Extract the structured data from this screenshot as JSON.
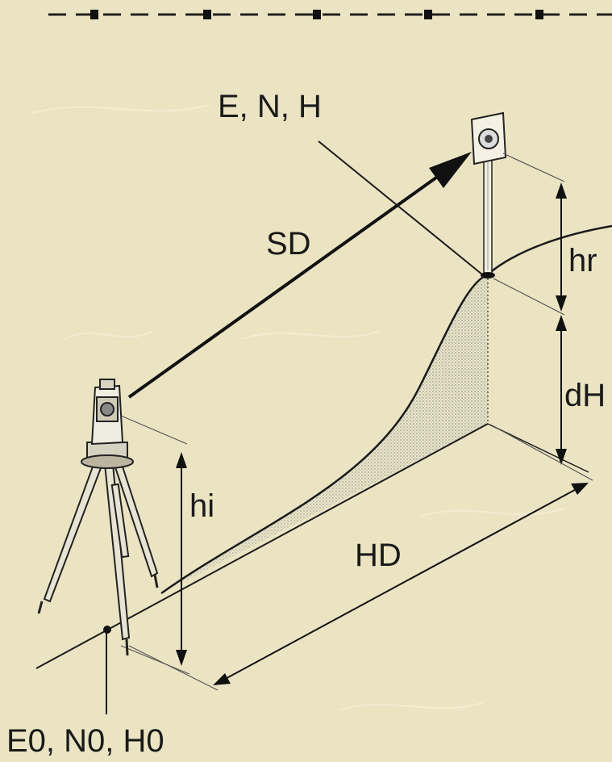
{
  "labels": {
    "target": "E, N, H",
    "slope_distance": "SD",
    "reflector_height": "hr",
    "height_difference": "dH",
    "instrument_height": "hi",
    "horizontal_distance": "HD",
    "station": "E0, N0, H0"
  },
  "colors": {
    "background": "#ebe4c3",
    "ink": "#1a1a1a",
    "hatch": "#9aa0a8"
  },
  "icons": [
    "theodolite-icon",
    "tripod-icon",
    "prism-reflector-icon",
    "survey-pole-icon",
    "arrowhead-icon"
  ]
}
